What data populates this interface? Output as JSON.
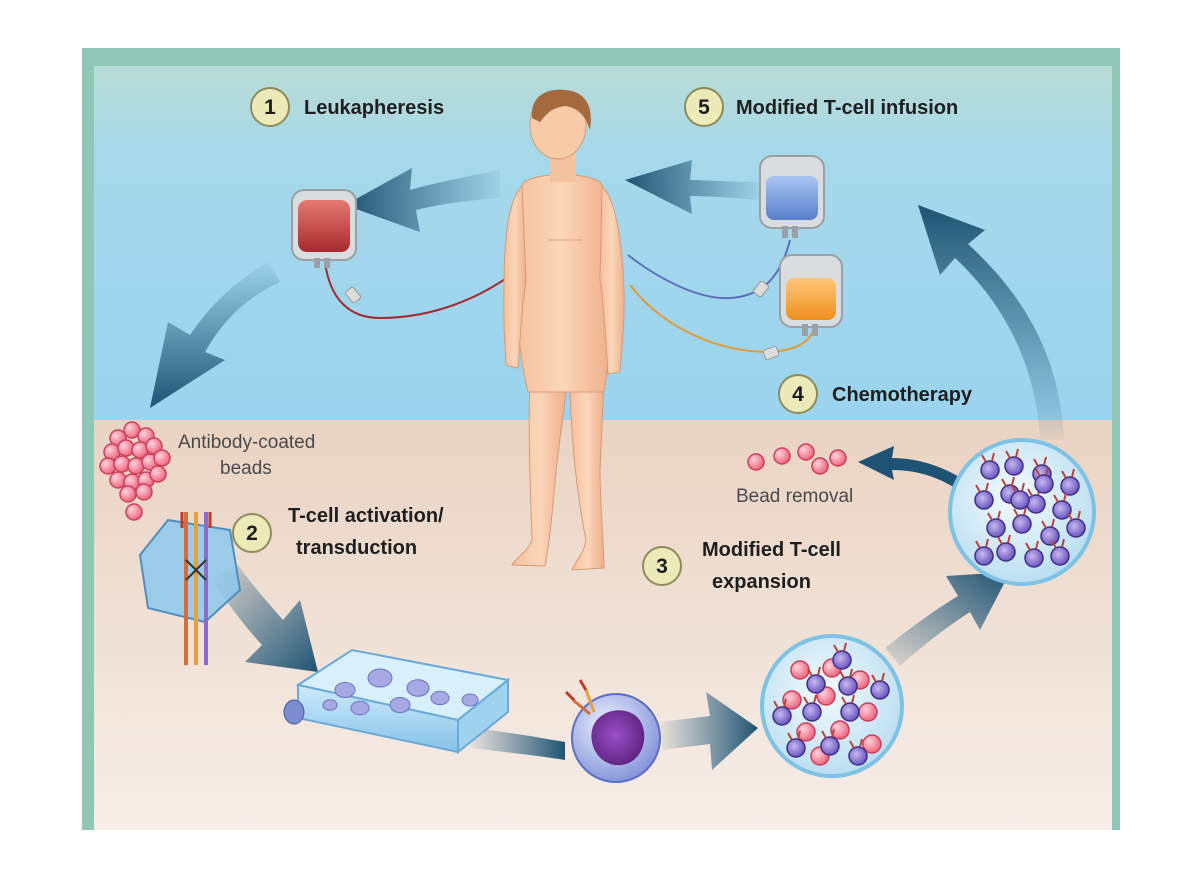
{
  "steps": [
    {
      "number": "1",
      "label": "Leukapheresis"
    },
    {
      "number": "2",
      "label_line1": "T-cell activation/",
      "label_line2": "transduction"
    },
    {
      "number": "3",
      "label_line1": "Modified T-cell",
      "label_line2": "expansion"
    },
    {
      "number": "4",
      "label": "Chemotherapy"
    },
    {
      "number": "5",
      "label": "Modified T-cell infusion"
    }
  ],
  "captions": {
    "beads_line1": "Antibody-coated",
    "beads_line2": "beads",
    "bead_removal": "Bead removal"
  },
  "colors": {
    "sky": "#9fd6ee",
    "ground": "#ecd7c8",
    "frame": "#8ec7b4",
    "arrow": "#235a78",
    "skin": "#f8c9a4",
    "blood_bag": "#c43a3a",
    "tcell_bag": "#6f97d6",
    "chemo_bag": "#f2a23c",
    "bead": "#f06c83",
    "tcell": "#6a3fa0",
    "badge": "#e9e7b0"
  }
}
